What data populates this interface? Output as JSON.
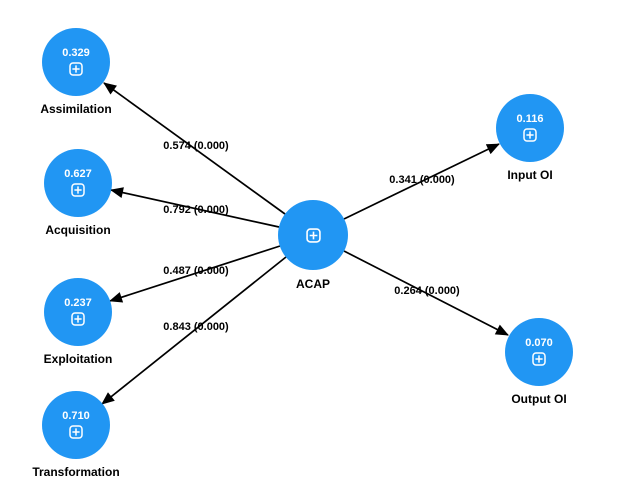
{
  "diagram": {
    "tool_hint": "structural-model-diagram",
    "colors": {
      "node": "#2196F3",
      "node_text": "#ffffff",
      "edge": "#000000",
      "label_text": "#000000",
      "background": "#ffffff"
    },
    "nodes": [
      {
        "id": "assimilation",
        "label": "Assimilation",
        "value": "0.329",
        "icon": "expand-plus-icon"
      },
      {
        "id": "acquisition",
        "label": "Acquisition",
        "value": "0.627",
        "icon": "expand-plus-icon"
      },
      {
        "id": "exploitation",
        "label": "Exploitation",
        "value": "0.237",
        "icon": "expand-plus-icon"
      },
      {
        "id": "transformation",
        "label": "Transformation",
        "value": "0.710",
        "icon": "expand-plus-icon"
      },
      {
        "id": "acap",
        "label": "ACAP",
        "value": "",
        "icon": "expand-plus-icon"
      },
      {
        "id": "input_oi",
        "label": "Input OI",
        "value": "0.116",
        "icon": "expand-plus-icon"
      },
      {
        "id": "output_oi",
        "label": "Output OI",
        "value": "0.070",
        "icon": "expand-plus-icon"
      }
    ],
    "edges": [
      {
        "from": "ACAP",
        "to": "Assimilation",
        "label": "0.574 (0.000)"
      },
      {
        "from": "ACAP",
        "to": "Acquisition",
        "label": "0.792 (0.000)"
      },
      {
        "from": "ACAP",
        "to": "Exploitation",
        "label": "0.487 (0.000)"
      },
      {
        "from": "ACAP",
        "to": "Transformation",
        "label": "0.843 (0.000)"
      },
      {
        "from": "ACAP",
        "to": "Input OI",
        "label": "0.341 (0.000)"
      },
      {
        "from": "ACAP",
        "to": "Output OI",
        "label": "0.264 (0.000)"
      }
    ]
  }
}
